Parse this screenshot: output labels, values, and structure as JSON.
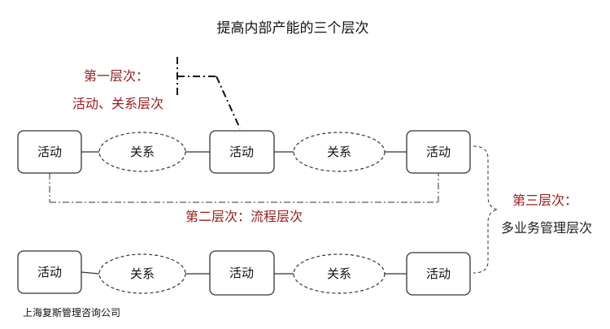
{
  "title": "提高内部产能的三个层次",
  "colors": {
    "level_red": "#9b1b1b",
    "text_dark": "#222222",
    "stroke": "#333333"
  },
  "row1": {
    "activity_1": "活动",
    "relation_1": "关系",
    "activity_2": "活动",
    "relation_2": "关系",
    "activity_3": "活动"
  },
  "row2": {
    "activity_1": "活动",
    "relation_1": "关系",
    "activity_2": "活动",
    "relation_2": "关系",
    "activity_3": "活动"
  },
  "level1": {
    "line1": "第一层次：",
    "line2": "活动、关系层次"
  },
  "level2": {
    "text": "第二层次：流程层次"
  },
  "level3": {
    "line1": "第三层次：",
    "line2": "多业务管理层次"
  },
  "footer": "上海复斯管理咨询公司"
}
